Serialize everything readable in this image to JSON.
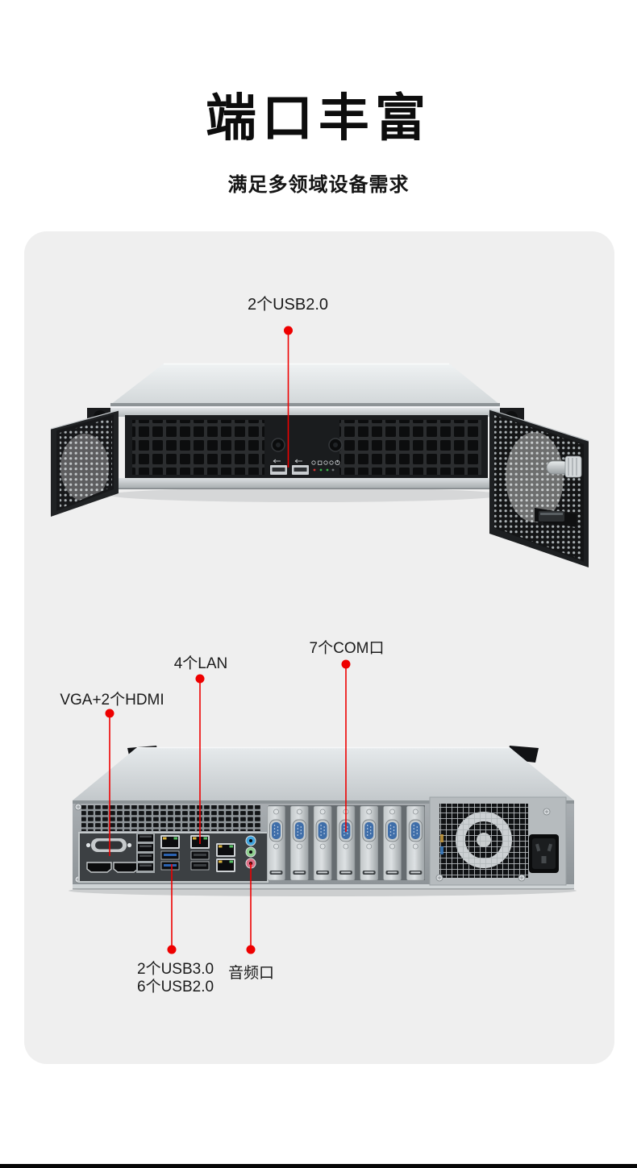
{
  "header": {
    "title": "端口丰富",
    "subtitle": "满足多领域设备需求"
  },
  "front_view": {
    "callouts": {
      "usb20": "2个USB2.0"
    }
  },
  "rear_view": {
    "callouts": {
      "com": "7个COM口",
      "lan": "4个LAN",
      "vga_hdmi": "VGA+2个HDMI",
      "usb30_line1": "2个USB3.0",
      "usb30_line2": "6个USB2.0",
      "audio": "音频口"
    }
  },
  "colors": {
    "accent_red": "#ee0000",
    "card_background": "#efefef",
    "text_primary": "#1b1b1b"
  }
}
